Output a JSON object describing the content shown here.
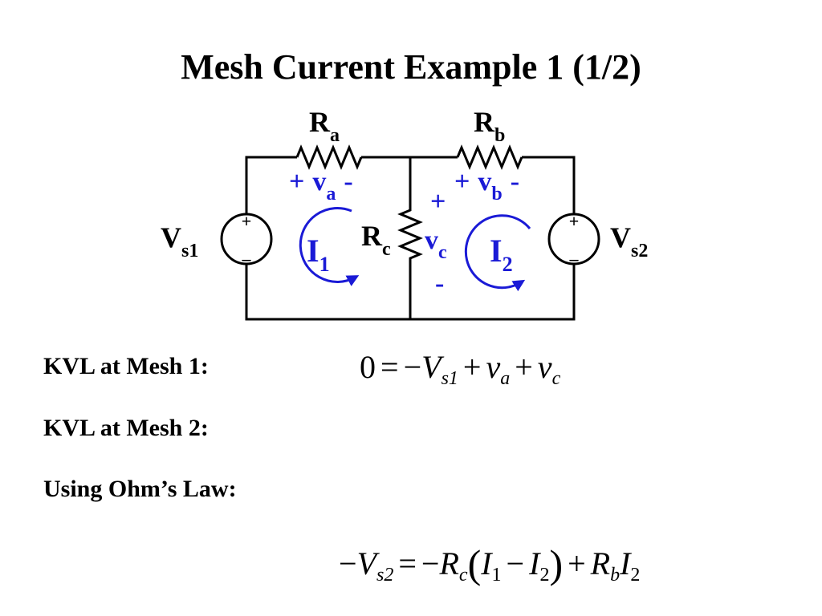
{
  "title": "Mesh Current Example 1 (1/2)",
  "circuit": {
    "Ra": {
      "main": "R",
      "sub": "a"
    },
    "Rb": {
      "main": "R",
      "sub": "b"
    },
    "Rc": {
      "main": "R",
      "sub": "c"
    },
    "Vs1": {
      "main": "V",
      "sub": "s1"
    },
    "Vs2": {
      "main": "V",
      "sub": "s2"
    },
    "plus": "+",
    "minus": "–",
    "va": {
      "plus": "+",
      "main": "v",
      "sub": "a",
      "minus": "-"
    },
    "vb": {
      "plus": "+",
      "main": "v",
      "sub": "b",
      "minus": "-"
    },
    "vc": {
      "plus": "+",
      "main": "v",
      "sub": "c",
      "minus": "-"
    },
    "I1": {
      "main": "I",
      "sub": "1"
    },
    "I2": {
      "main": "I",
      "sub": "2"
    }
  },
  "labels": {
    "kvl_mesh1": "KVL at Mesh 1:",
    "kvl_mesh2": "KVL at Mesh 2:",
    "ohms_law": "Using Ohm’s Law:"
  },
  "equations": {
    "eq1": {
      "zero": "0",
      "eq": "=",
      "neg": "−",
      "V": "V",
      "s1": "s1",
      "plus1": "+",
      "va": "v",
      "a": "a",
      "plus2": "+",
      "vc": "v",
      "c": "c"
    },
    "eq2": {
      "neg1": "−",
      "V": "V",
      "s2": "s2",
      "eq": "=",
      "neg2": "−",
      "R1": "R",
      "c": "c",
      "lp": "(",
      "I1": "I",
      "one": "1",
      "minus": "−",
      "I2": "I",
      "two": "2",
      "rp": ")",
      "plus": "+",
      "R2": "R",
      "b": "b",
      "I3": "I",
      "two2": "2"
    }
  },
  "colors": {
    "annotation": "#1a1ad6",
    "wire": "#000000"
  }
}
